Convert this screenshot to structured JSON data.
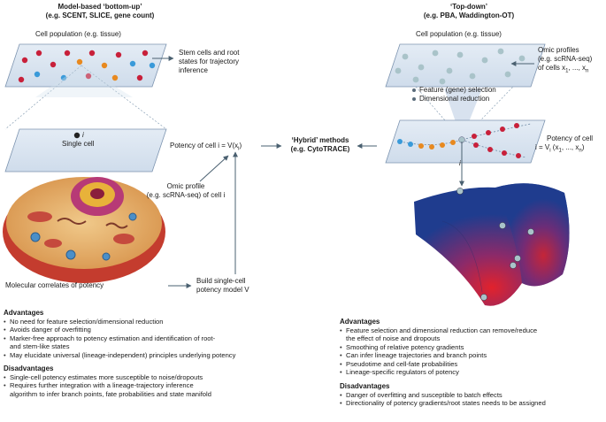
{
  "left": {
    "title": "Model-based ‘bottom-up’",
    "subtitle": "(e.g. SCENT, SLICE, gene count)",
    "cell_population": "Cell population (e.g. tissue)",
    "stem_cells": [
      "Stem cells and root",
      "states for trajectory",
      "inference"
    ],
    "cell_i": "i",
    "single_cell": "Single cell",
    "potency": "Potency of cell i = V(x",
    "potency_sub": "i",
    "potency_end": ")",
    "omic": [
      "Omic profile",
      "(e.g. scRNA-seq) of cell i"
    ],
    "molecular": "Molecular correlates of potency",
    "build": [
      "Build single-cell",
      "potency model V"
    ]
  },
  "middle": {
    "hybrid_title": "‘Hybrid’ methods",
    "hybrid_sub": "(e.g. CytoTRACE)"
  },
  "right": {
    "title": "‘Top-down’",
    "subtitle": "(e.g. PBA, Waddington-OT)",
    "cell_population": "Cell population (e.g. tissue)",
    "omic": [
      "Omic profiles",
      "(e.g. scRNA-seq)",
      "of cells x"
    ],
    "omic_sub1": "1",
    "omic_mid": ", ..., x",
    "omic_sub2": "n",
    "feature": "Feature (gene) selection",
    "dimred": "Dimensional reduction",
    "cell_i": "i",
    "potency": [
      "Potency of cell",
      "i = V"
    ],
    "potency_sub": "i",
    "potency_args": " (x",
    "potency_args_sub1": "1",
    "potency_args_mid": ", ..., x",
    "potency_args_sub2": "n",
    "potency_args_end": ")"
  },
  "bottom_left": {
    "adv_title": "Advantages",
    "advantages": [
      "No need for feature selection/dimensional reduction",
      "Avoids danger of overfitting",
      "Marker-free approach to potency estimation and identification of root-",
      "and stem-like states",
      "May elucidate universal (lineage-independent) principles underlying potency"
    ],
    "dis_title": "Disadvantages",
    "disadvantages": [
      "Single-cell potency estimates more susceptible to noise/dropouts",
      "Requires further integration with a lineage-trajectory inference",
      "algorithm to infer branch points, fate probabilities and state manifold"
    ]
  },
  "bottom_right": {
    "adv_title": "Advantages",
    "advantages": [
      "Feature selection and dimensional reduction can remove/reduce",
      "the effect of noise and dropouts",
      "Smoothing of relative potency gradients",
      "Can infer lineage trajectories and branch points",
      "Pseudotime and cell-fate probabilities",
      "Lineage-specific regulators of potency"
    ],
    "dis_title": "Disadvantages",
    "disadvantages": [
      "Danger of overfitting and susceptible to batch effects",
      "Directionality of potency gradients/root states needs to be assigned"
    ]
  },
  "colors": {
    "red": "#c8203a",
    "orange": "#e8891f",
    "blue": "#3a9ad9",
    "grey_cell": "#a9c3c9",
    "panel": "#dbe6f2",
    "landscape_blue": "#1e3f8f",
    "landscape_red": "#d81e2a"
  }
}
